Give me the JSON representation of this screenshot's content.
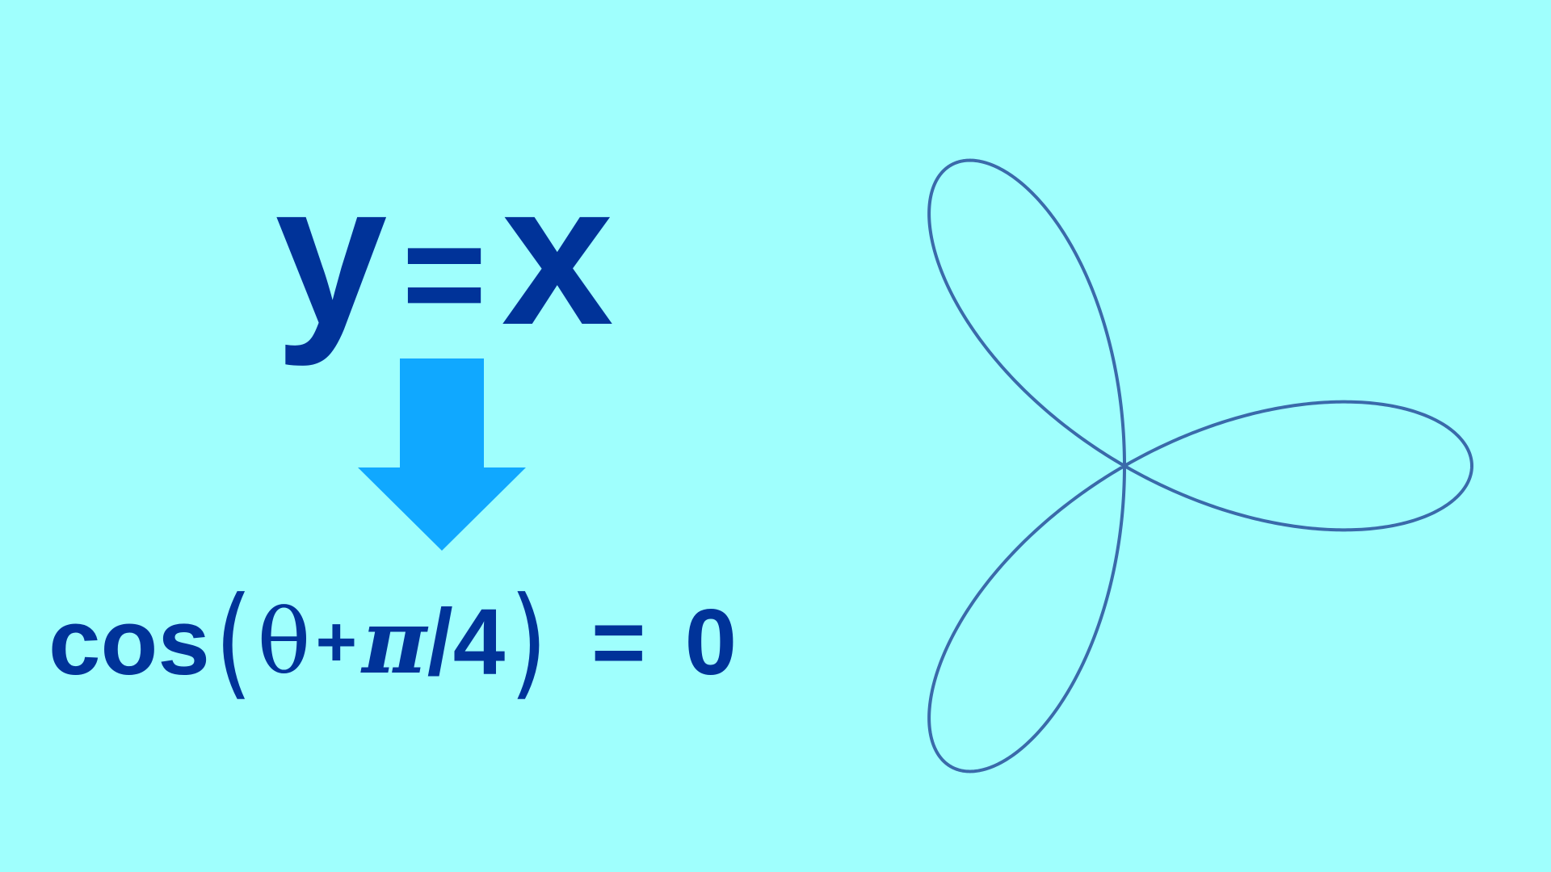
{
  "top_equation": {
    "left": "y",
    "equals": "=",
    "right": "x"
  },
  "bottom_equation": {
    "func": "cos",
    "open_paren": "(",
    "theta": "θ",
    "plus": "+",
    "pi": "π",
    "divisor": "/4",
    "close_paren": ")",
    "equals": "=",
    "rhs": "0"
  },
  "colors": {
    "background": "#9ffffd",
    "text": "#003399",
    "arrow": "#10a8ff",
    "curve": "#3a6aaa"
  },
  "icons": {
    "arrow": "arrow-down-icon"
  },
  "curve": {
    "type": "three-petal rose"
  }
}
